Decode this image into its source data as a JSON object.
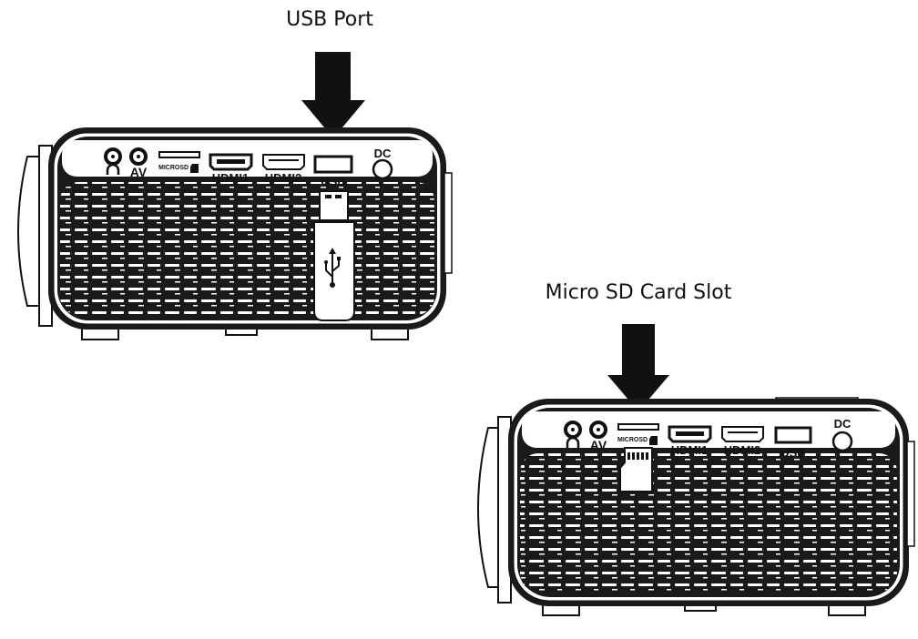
{
  "callouts": {
    "usb": "USB Port",
    "microsd": "Micro SD Card Slot"
  },
  "ports": {
    "microsd": "MICROSD",
    "av": "AV",
    "hdmi1": "HDMI1",
    "hdmi2": "HDMI2",
    "usb": "USB",
    "dc": "DC"
  },
  "icons": [
    "headphone-icon",
    "usb-symbol-icon",
    "down-arrow-icon",
    "microsd-card-icon"
  ],
  "colors": {
    "ink": "#111111",
    "paper": "#ffffff"
  }
}
